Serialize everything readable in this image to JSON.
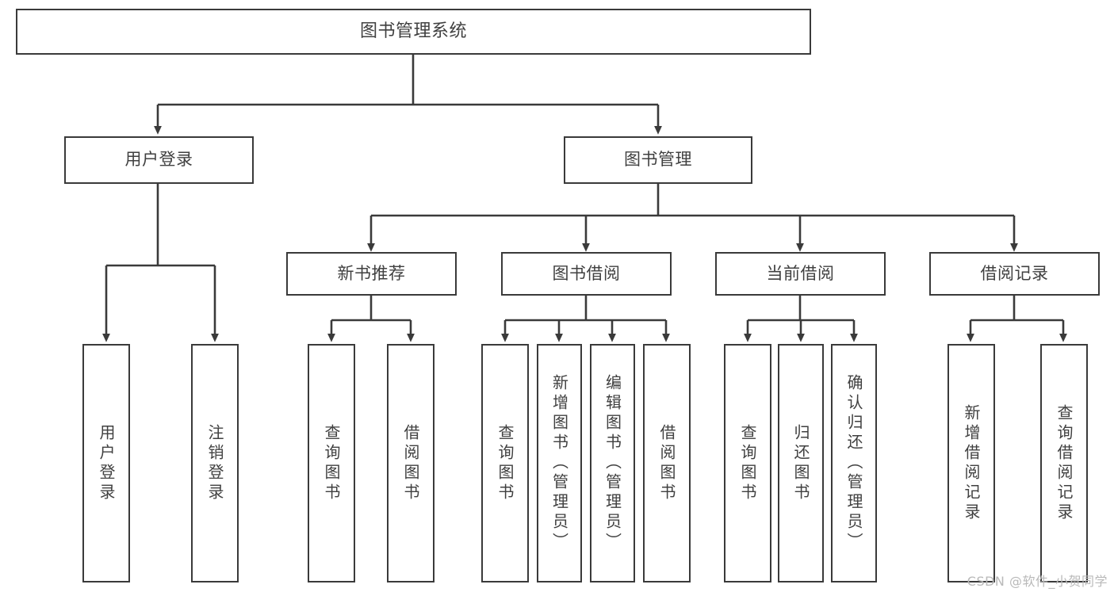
{
  "diagram": {
    "title": "图书管理系统",
    "type": "hierarchy-tree",
    "stroke_color": "#3a3a3a",
    "text_color": "#404040",
    "background_color": "#ffffff"
  },
  "nodes": {
    "root": {
      "label": "图书管理系统"
    },
    "level1": [
      {
        "label": "用户登录"
      },
      {
        "label": "图书管理"
      }
    ],
    "level2": [
      {
        "label": "新书推荐"
      },
      {
        "label": "图书借阅"
      },
      {
        "label": "当前借阅"
      },
      {
        "label": "借阅记录"
      }
    ],
    "leaves": {
      "user_login": [
        {
          "label": "用户登录"
        },
        {
          "label": "注销登录"
        }
      ],
      "new_book_recommend": [
        {
          "label": "查询图书"
        },
        {
          "label": "借阅图书"
        }
      ],
      "book_borrow": [
        {
          "label": "查询图书"
        },
        {
          "label": "新增图书（管理员）"
        },
        {
          "label": "编辑图书（管理员）"
        },
        {
          "label": "借阅图书"
        }
      ],
      "current_borrow": [
        {
          "label": "查询图书"
        },
        {
          "label": "归还图书"
        },
        {
          "label": "确认归还（管理员）"
        }
      ],
      "borrow_record": [
        {
          "label": "新增借阅记录"
        },
        {
          "label": "查询借阅记录"
        }
      ]
    }
  },
  "watermark": {
    "text": "CSDN @软件_小贺同学"
  }
}
